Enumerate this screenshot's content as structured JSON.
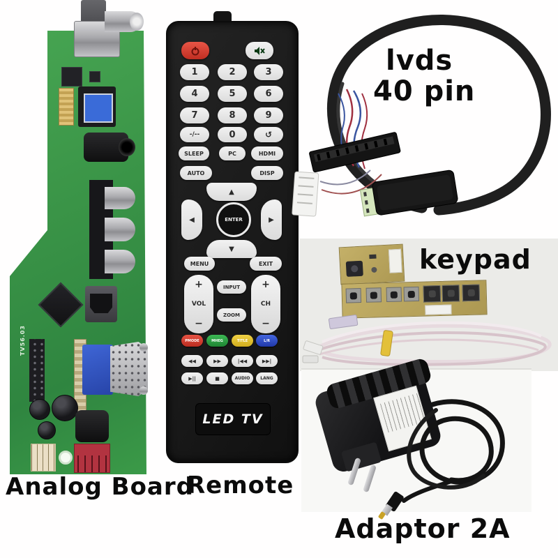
{
  "captions": {
    "analog_board": "Analog Board",
    "remote": "Remote",
    "lvds_line1": "lvds",
    "lvds_line2": "40 pin",
    "keypad": "keypad",
    "adaptor": "Adaptor 2A"
  },
  "analog_board": {
    "board_code": "TV56.03"
  },
  "remote": {
    "logo": "LED TV",
    "keys": {
      "numbers": [
        "1",
        "2",
        "3",
        "4",
        "5",
        "6",
        "7",
        "8",
        "9"
      ],
      "dash": "-/--",
      "zero": "0",
      "recall": "↺",
      "func_row": [
        "SLEEP",
        "PC",
        "HDMI"
      ],
      "auto": "AUTO",
      "disp": "DISP",
      "dpad": {
        "up": "▲",
        "down": "▼",
        "left": "◀",
        "right": "▶",
        "enter": "ENTER"
      },
      "menu": "MENU",
      "exit": "EXIT",
      "vol": {
        "plus": "+",
        "label": "VOL",
        "minus": "−"
      },
      "input": "INPUT",
      "zoom": "ZOOM",
      "ch": {
        "plus": "+",
        "label": "CH",
        "minus": "−"
      },
      "color_keys": [
        {
          "label": "PMODE",
          "color": "#d23b2f"
        },
        {
          "label": "MHEG",
          "color": "#2f9e44"
        },
        {
          "label": "TITLE",
          "color": "#e4c22b"
        },
        {
          "label": "L/R",
          "color": "#2f52c9"
        }
      ],
      "media_row1": [
        "◀◀",
        "▶▶",
        "|◀◀",
        "▶▶|"
      ],
      "media_row2": [
        "▶||",
        "■",
        "AUDIO",
        "LANG"
      ]
    }
  },
  "colors": {
    "pcb_green": "#3a9447",
    "remote_body": "#1a1a1a",
    "power_red": "#d23b2f",
    "mute_green": "#2f9e44",
    "vga_blue": "#2f55c9",
    "usb_blue": "#3a6bd8",
    "keypad_board_tan": "#b9a55e",
    "cable_black": "#1d1d1d",
    "tie_yellow": "#e3c03a",
    "inverter_connector_red": "#b23340"
  }
}
